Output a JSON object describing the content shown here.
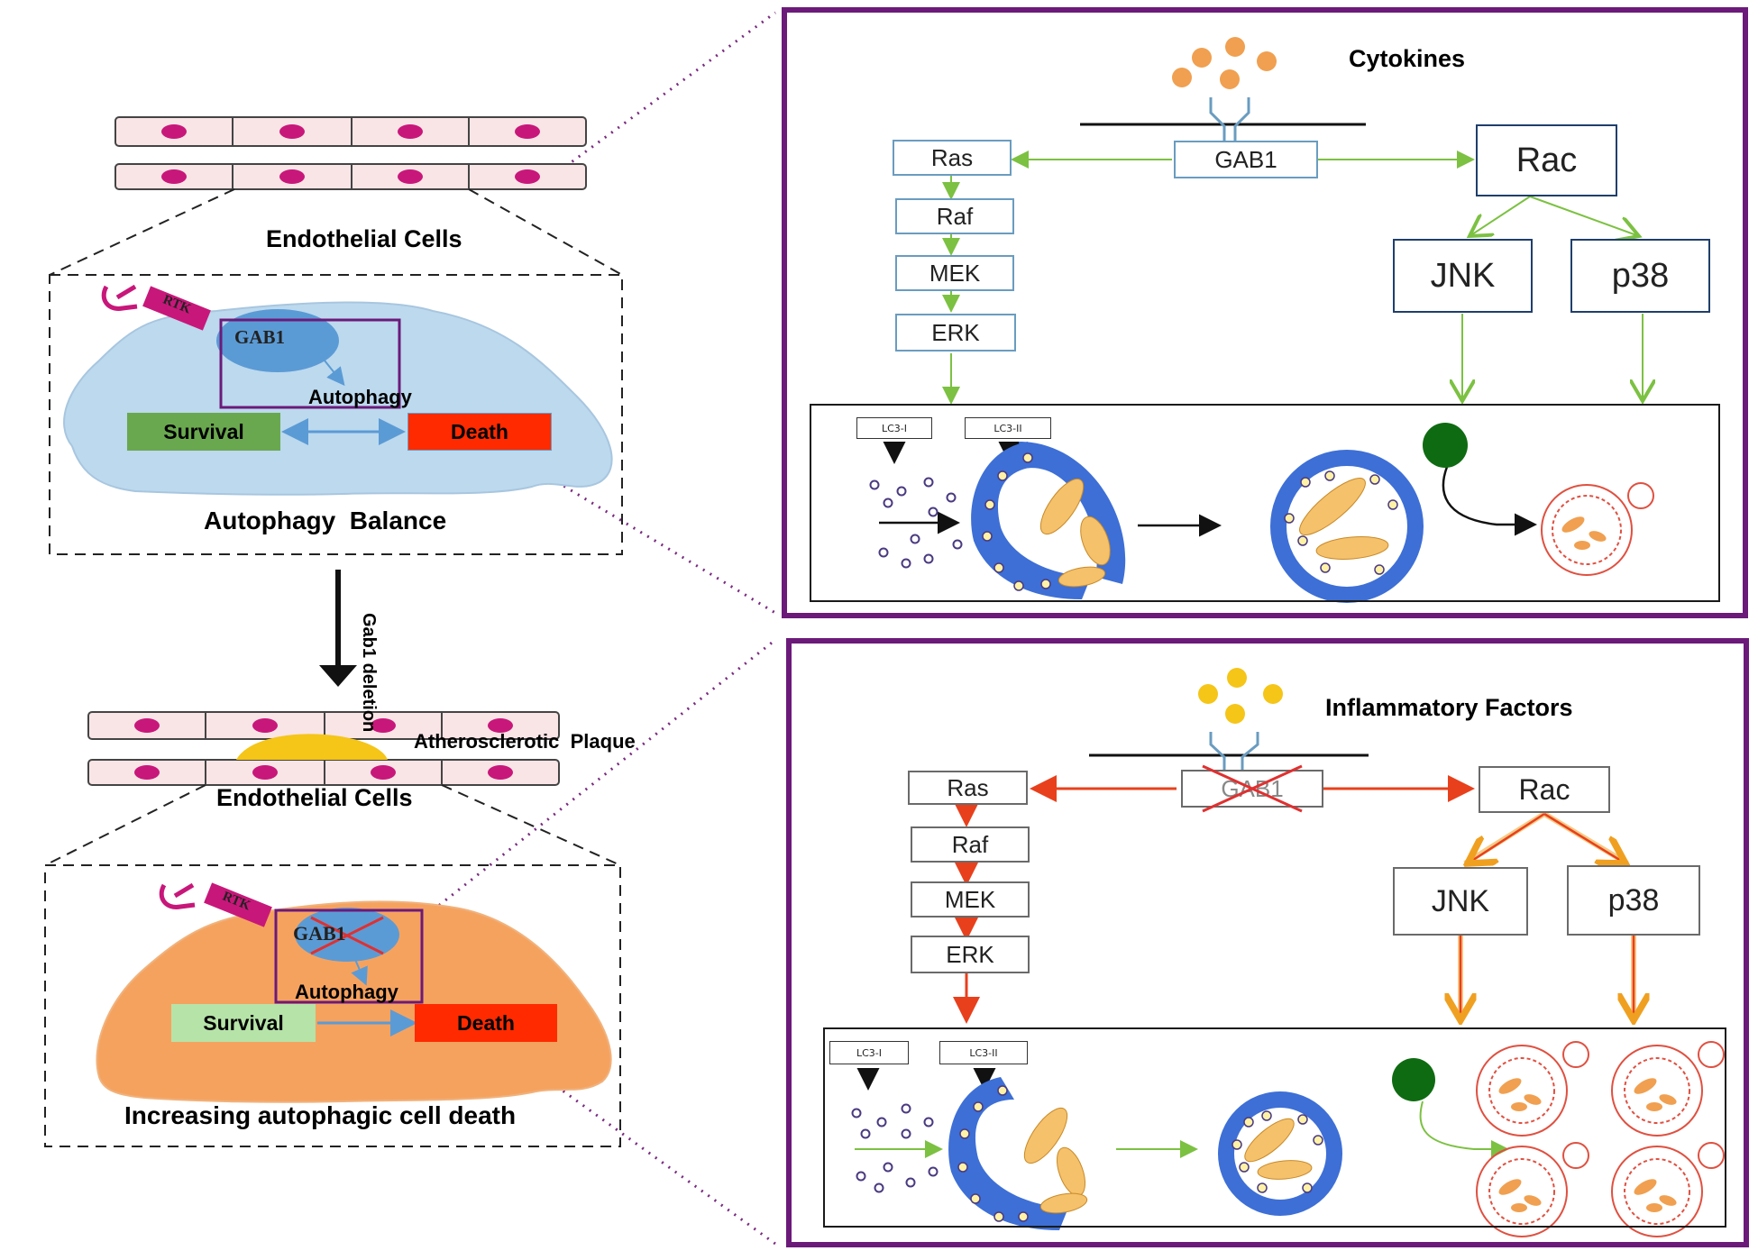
{
  "left": {
    "top_cells_label": "Endothelial Cells",
    "top_cell": {
      "rtk": "RTK",
      "gab1": "GAB1",
      "autophagy": "Autophagy",
      "survival": "Survival",
      "death": "Death",
      "caption": "Autophagy  Balance"
    },
    "arrow_label": "Gab1 deletion",
    "plaque_label": "Atherosclerotic  Plaque",
    "bottom_cells_label": "Endothelial Cells",
    "bottom_cell": {
      "rtk": "RTK",
      "gab1": "GAB1",
      "autophagy": "Autophagy",
      "survival": "Survival",
      "death": "Death",
      "caption": "Increasing autophagic cell death"
    }
  },
  "top_panel": {
    "title": "Cytokines",
    "gab1": "GAB1",
    "ras": "Ras",
    "raf": "Raf",
    "mek": "MEK",
    "erk": "ERK",
    "rac": "Rac",
    "jnk": "JNK",
    "p38": "p38",
    "lc3_1": "LC3-I",
    "lc3_2": "LC3-II"
  },
  "bottom_panel": {
    "title": "Inflammatory Factors",
    "gab1": "GAB1",
    "ras": "Ras",
    "raf": "Raf",
    "mek": "MEK",
    "erk": "ERK",
    "rac": "Rac",
    "jnk": "JNK",
    "p38": "p38",
    "lc3_1": "LC3-I",
    "lc3_2": "LC3-II"
  },
  "colors": {
    "panel_border": "#6b1a7a",
    "green_arrow": "#7cc142",
    "red_arrow": "#e8401c",
    "survival_top": "#6aa84f",
    "death": "#ff2a00",
    "survival_bottom": "#b6e3a8",
    "cell_blue": "#bcd9ee",
    "cell_orange": "#f6a25f",
    "gab1_blob": "#5b9bd5",
    "autophagosome": "#3d6fd6",
    "lysosome": "#0f6b12"
  }
}
